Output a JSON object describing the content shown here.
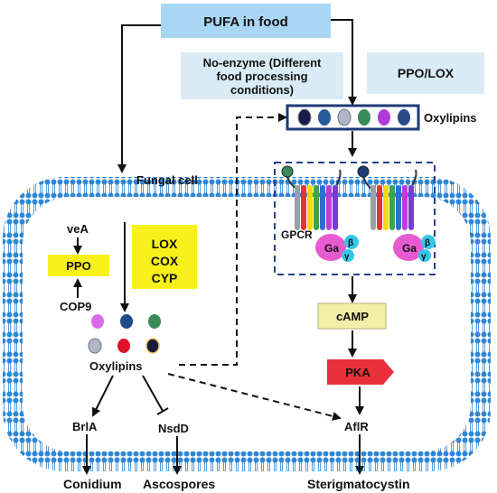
{
  "nodes": {
    "pufa": "PUFA in food",
    "no_enzyme_line1": "No-enzyme (Different",
    "no_enzyme_line2": "food processing",
    "no_enzyme_line3": "conditions)",
    "ppo_lox": "PPO/LOX",
    "oxylipins_top": "Oxylipins",
    "fungal_cell": "Fungal cell",
    "vea": "veA",
    "ppo": "PPO",
    "cop9": "COP9",
    "lox": "LOX",
    "cox": "COX",
    "cyp": "CYP",
    "gpcr": "GPCR",
    "galpha": "Ga",
    "beta": "β",
    "gamma": "γ",
    "camp": "cAMP",
    "pka": "PKA",
    "oxylipins_cell": "Oxylipins",
    "brla": "BrlA",
    "nsdd": "NsdD",
    "aflr": "AflR",
    "conidium": "Conidium",
    "ascospores": "Ascospores",
    "sterigmatocystin": "Sterigmatocystin"
  },
  "colors": {
    "pufa_box": "#a9d6f2",
    "light_box": "#d9ecf6",
    "yellow_box": "#f7f01a",
    "camp_box": "#f2f0a8",
    "pka_box": "#e8303a",
    "membrane_blue": "#2e86d4",
    "navy": "#1f3a78",
    "dashed_box": "#27408b"
  }
}
